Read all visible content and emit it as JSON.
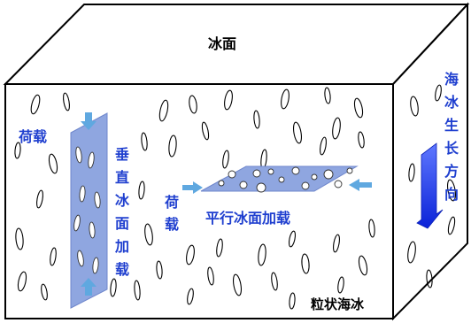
{
  "labels": {
    "top_face": "冰面",
    "load_left": "荷载",
    "vertical_load": "垂直冰面加载",
    "load_middle": "荷载",
    "parallel_load": "平行冰面加载",
    "granular_ice": "粒状海冰",
    "growth_direction": "海冰生长方向"
  },
  "colors": {
    "outline": "#000000",
    "plate_fill": "#8fa6e0",
    "plate_stroke": "#6f87cc",
    "arrow_light": "#5fa8e0",
    "growth_arrow": "#1530d8",
    "label_blue": "#1f3fcf"
  }
}
